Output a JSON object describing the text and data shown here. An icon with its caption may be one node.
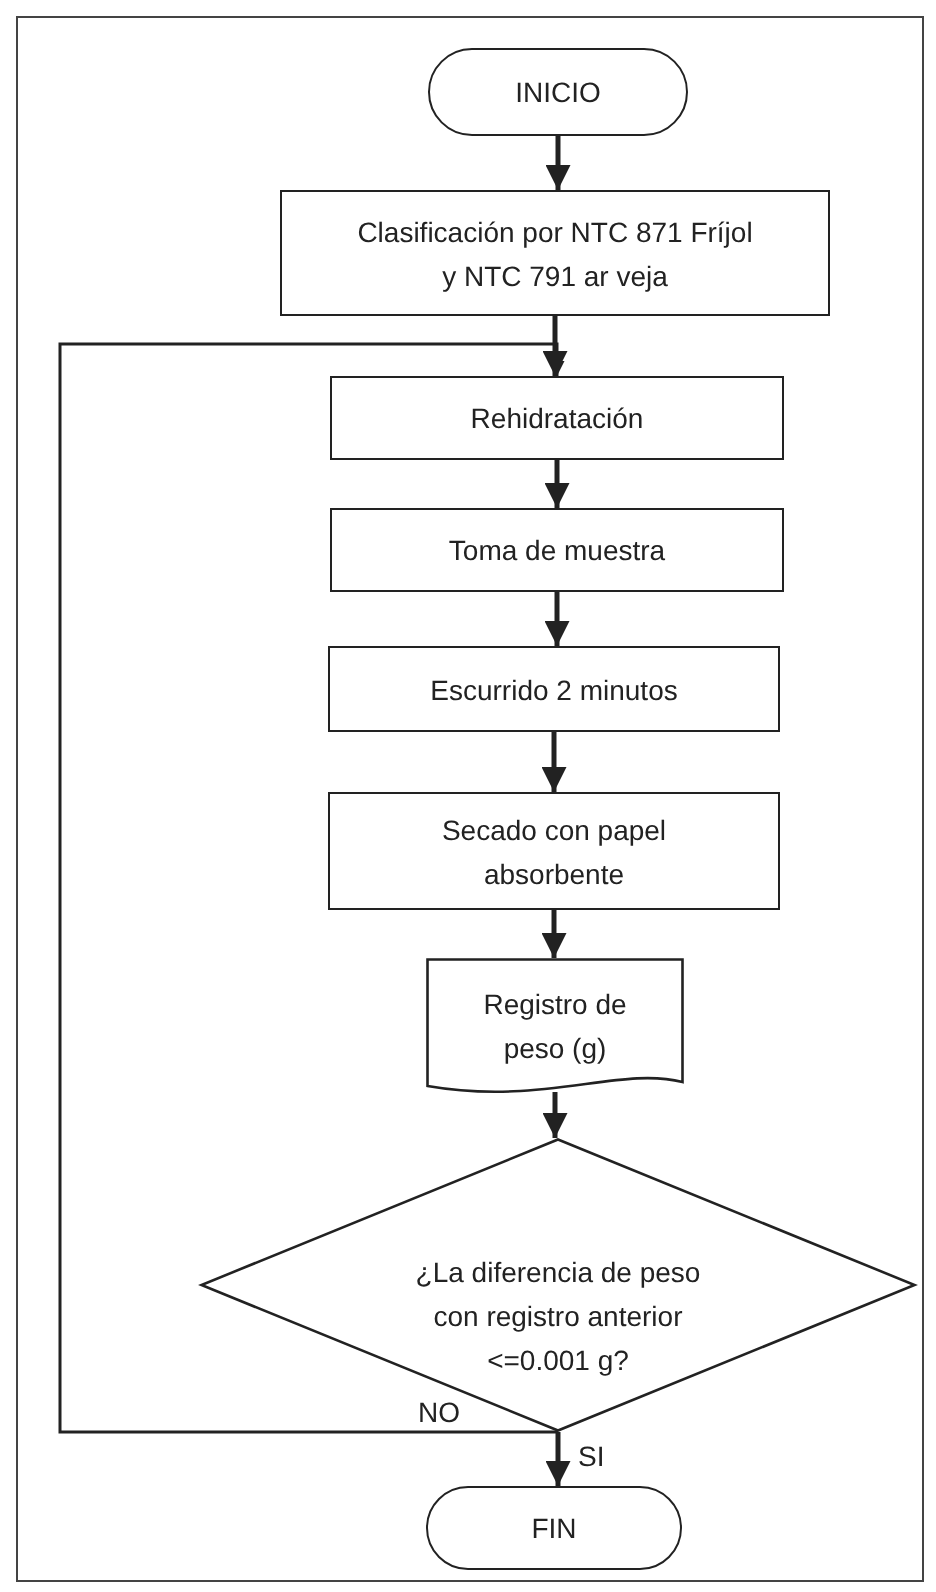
{
  "diagram": {
    "nodes": [
      {
        "text": [
          "INICIO"
        ]
      },
      {
        "text": [
          "Clasificación  por NTC 871 Fríjol y NTC 791 ar veja"
        ]
      },
      {
        "text": [
          "Rehidratación"
        ]
      },
      {
        "text": [
          "Toma de muestra"
        ]
      },
      {
        "text": [
          "Escurrido 2 minutos"
        ]
      },
      {
        "text": [
          "Secado con papel absorbente"
        ]
      },
      {
        "text": [
          "Registro de peso (g)"
        ]
      },
      {
        "text": [
          "¿La diferencia de peso con registro anterior <=0.001 g?"
        ]
      },
      {
        "text": [
          "FIN"
        ]
      }
    ],
    "edges": [
      {
        "from": 0,
        "to": 1,
        "arrow": "to"
      },
      {
        "from": 1,
        "to": 2,
        "arrow": "to"
      },
      {
        "from": 2,
        "to": 3,
        "arrow": "to"
      },
      {
        "from": 3,
        "to": 4,
        "arrow": "to"
      },
      {
        "from": 4,
        "to": 5,
        "arrow": "to"
      },
      {
        "from": 5,
        "to": 6,
        "arrow": "to"
      },
      {
        "from": 6,
        "to": 7,
        "arrow": "to"
      },
      {
        "from": 7,
        "to": 8,
        "arrow": "to",
        "label": "SI"
      },
      {
        "from": 7,
        "to": 2,
        "arrow": "to",
        "label": "NO"
      }
    ]
  }
}
